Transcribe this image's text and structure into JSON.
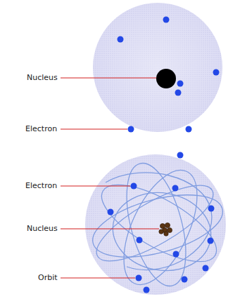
{
  "diagram": {
    "labels": [
      "Nucleus",
      "Electron",
      "Electron",
      "Nucleus",
      "Orbit"
    ]
  }
}
